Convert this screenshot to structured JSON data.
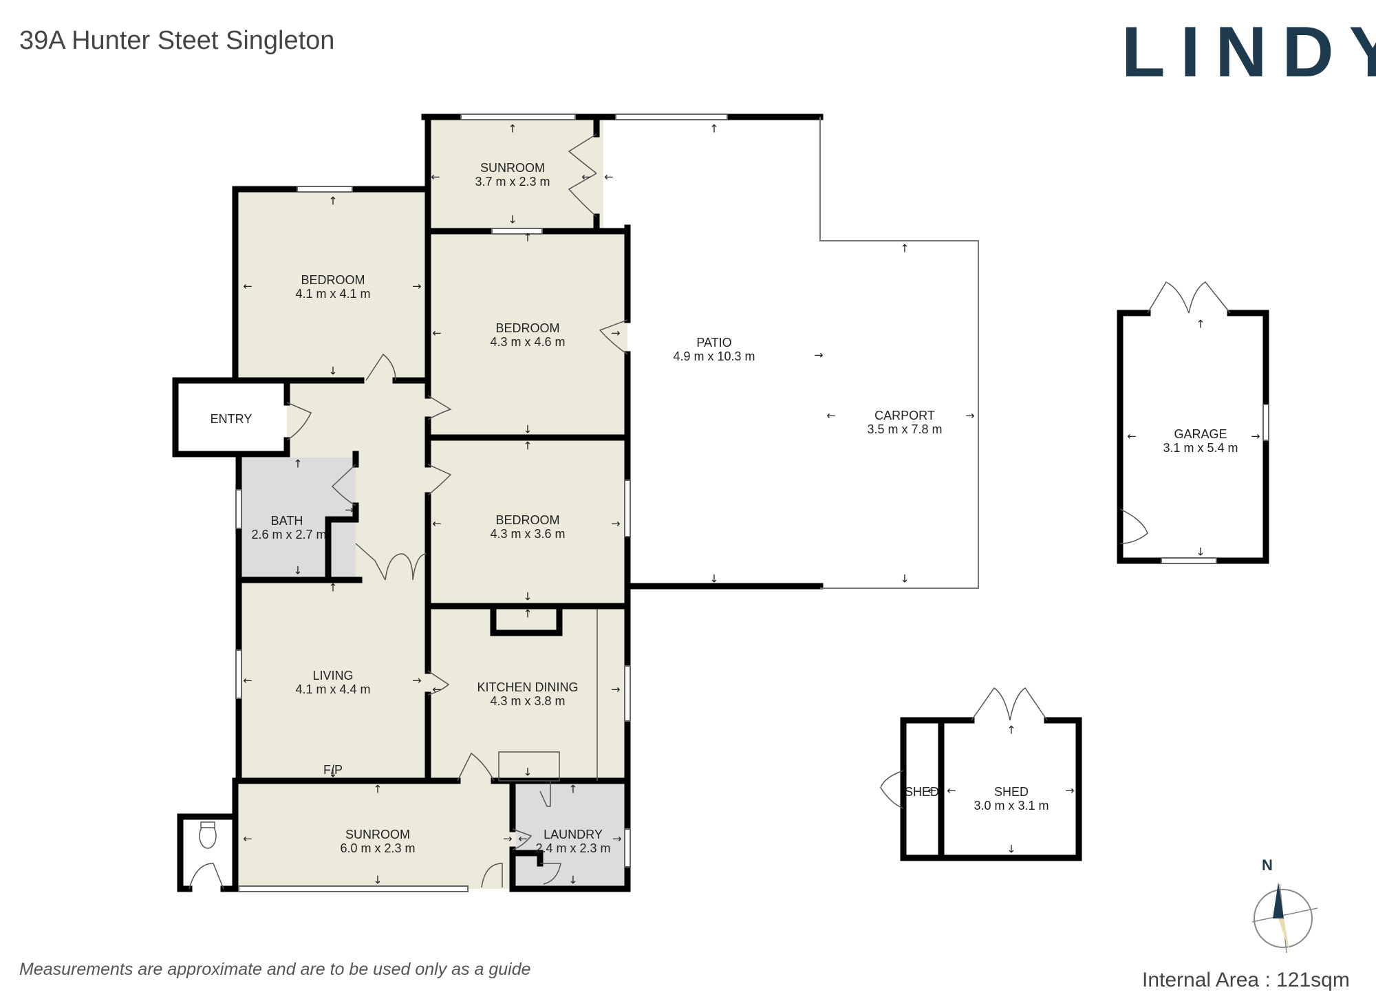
{
  "header": {
    "address": "39A Hunter Steet Singleton",
    "brand": "LINDY"
  },
  "rooms": [
    {
      "id": "sunroom-north",
      "name": "SUNROOM",
      "dims": "3.7 m x 2.3 m"
    },
    {
      "id": "bedroom-1",
      "name": "BEDROOM",
      "dims": "4.1 m x 4.1 m"
    },
    {
      "id": "bedroom-2",
      "name": "BEDROOM",
      "dims": "4.3 m x 4.6 m"
    },
    {
      "id": "patio",
      "name": "PATIO",
      "dims": "4.9 m x 10.3 m"
    },
    {
      "id": "carport",
      "name": "CARPORT",
      "dims": "3.5 m x 7.8 m"
    },
    {
      "id": "garage",
      "name": "GARAGE",
      "dims": "3.1 m x 5.4 m"
    },
    {
      "id": "entry",
      "name": "ENTRY",
      "dims": ""
    },
    {
      "id": "bath",
      "name": "BATH",
      "dims": "2.6 m x 2.7 m"
    },
    {
      "id": "bedroom-3",
      "name": "BEDROOM",
      "dims": "4.3 m x 3.6 m"
    },
    {
      "id": "living",
      "name": "LIVING",
      "dims": "4.1 m x 4.4 m"
    },
    {
      "id": "kitchen-dining",
      "name": "KITCHEN DINING",
      "dims": "4.3 m x 3.8 m"
    },
    {
      "id": "sunroom-south",
      "name": "SUNROOM",
      "dims": "6.0 m x 2.3 m"
    },
    {
      "id": "laundry",
      "name": "LAUNDRY",
      "dims": "2.4 m x 2.3 m"
    },
    {
      "id": "shed-small",
      "name": "SHED",
      "dims": ""
    },
    {
      "id": "shed",
      "name": "SHED",
      "dims": "3.0 m x 3.1 m"
    }
  ],
  "annotations": {
    "fireplace": "F/P",
    "compass_north": "N"
  },
  "footer": {
    "disclaimer": "Measurements are approximate and are to be used only as a guide",
    "internal_area": "Internal Area : 121sqm"
  },
  "colors": {
    "room_fill": "#ecebdb",
    "wet_fill": "#dcdcde",
    "wall": "#000000",
    "brand": "#1d3a4f"
  }
}
